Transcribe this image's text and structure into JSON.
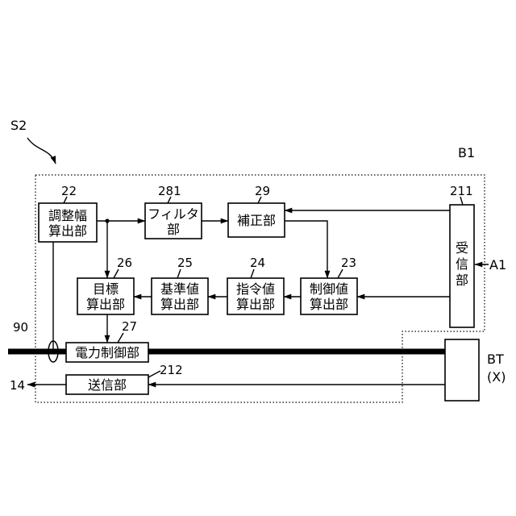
{
  "labels": {
    "system": "S2",
    "outer_frame": "B1",
    "bus_number": "90",
    "output_number": "14",
    "input_signal": "A1",
    "battery_line1": "BT",
    "battery_line2": "(X)"
  },
  "blocks": {
    "b22": {
      "ref": "22",
      "line1": "調整幅",
      "line2": "算出部"
    },
    "b281": {
      "ref": "281",
      "line1": "フィルタ",
      "line2": "部"
    },
    "b29": {
      "ref": "29",
      "line1": "補正部"
    },
    "b211": {
      "ref": "211",
      "chars": [
        "受",
        "信",
        "部"
      ]
    },
    "b26": {
      "ref": "26",
      "line1": "目標",
      "line2": "算出部"
    },
    "b25": {
      "ref": "25",
      "line1": "基準値",
      "line2": "算出部"
    },
    "b24": {
      "ref": "24",
      "line1": "指令値",
      "line2": "算出部"
    },
    "b23": {
      "ref": "23",
      "line1": "制御値",
      "line2": "算出部"
    },
    "b27": {
      "ref": "27",
      "line1": "電力制御部"
    },
    "b212": {
      "ref": "212",
      "line1": "送信部"
    }
  },
  "colors": {
    "ink": "#000000",
    "paper": "#ffffff"
  }
}
